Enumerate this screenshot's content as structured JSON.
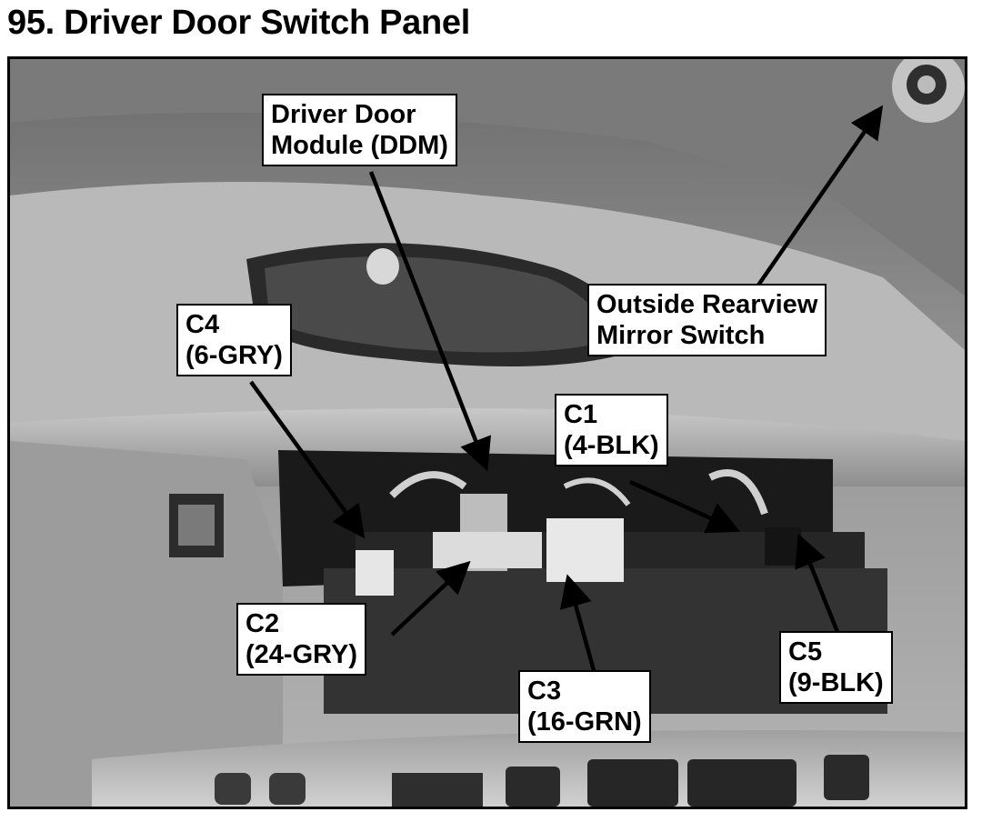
{
  "title": "95. Driver Door Switch Panel",
  "photo": {
    "subject": "photo-driver-door-panel"
  },
  "callouts": {
    "ddm": {
      "line1": "Driver Door",
      "line2": "Module (DDM)"
    },
    "mirror": {
      "line1": "Outside Rearview",
      "line2": "Mirror Switch"
    },
    "c4": {
      "line1": "C4",
      "line2": "(6-GRY)"
    },
    "c1": {
      "line1": "C1",
      "line2": "(4-BLK)"
    },
    "c2": {
      "line1": "C2",
      "line2": "(24-GRY)"
    },
    "c3": {
      "line1": "C3",
      "line2": "(16-GRN)"
    },
    "c5": {
      "line1": "C5",
      "line2": "(9-BLK)"
    }
  }
}
